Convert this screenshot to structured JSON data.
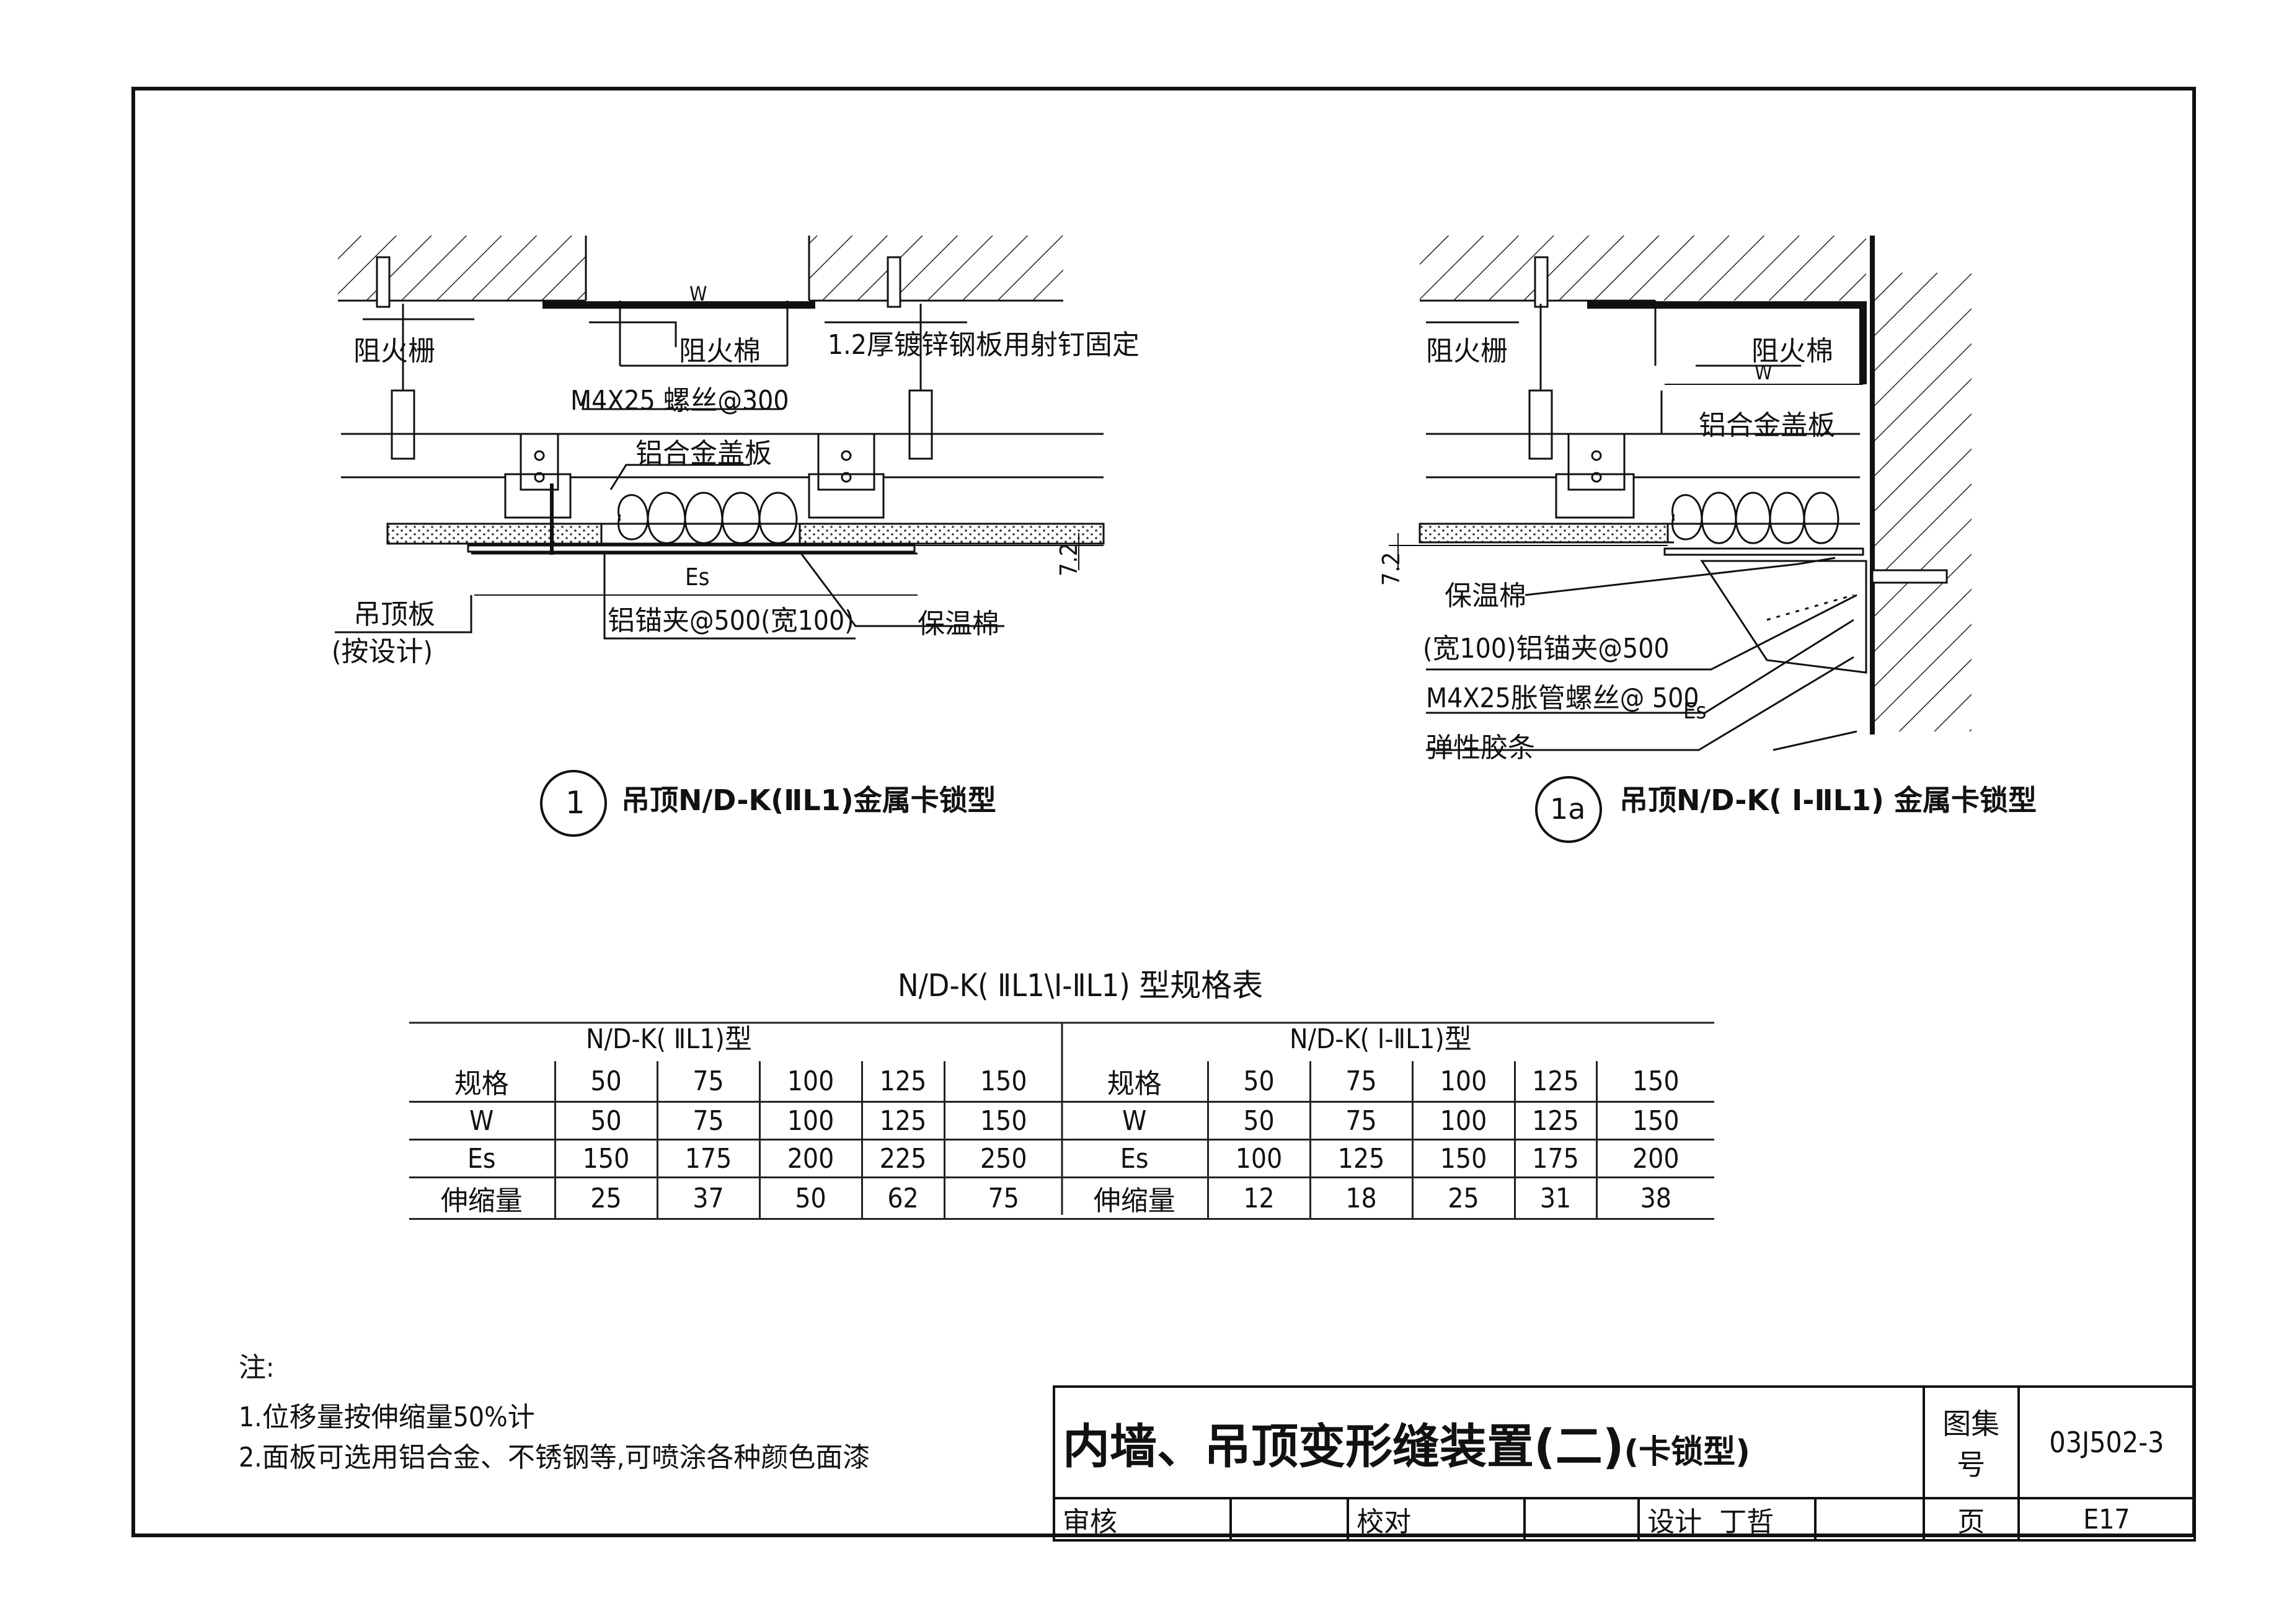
{
  "detail1": {
    "number": "1",
    "title": "吊顶N/D-K(ⅡL1)金属卡锁型",
    "labels": {
      "fire_barrier": "阻火栅",
      "fire_cotton": "阻火棉",
      "steel_plate": "1.2厚镀锌钢板用射钉固定",
      "screw": "M4X25  螺丝@300",
      "al_cover": "铝合金盖板",
      "width": "W",
      "es": "Es",
      "ceiling_board": "吊顶板",
      "by_design": "(按设计)",
      "anchor_clip": "铝锚夹@500(宽100)",
      "insulation": "保温棉",
      "dim_7_2": "7.2"
    }
  },
  "detail1a": {
    "number": "1a",
    "title": "吊顶N/D-K( Ⅰ-ⅡL1) 金属卡锁型",
    "labels": {
      "fire_barrier": "阻火栅",
      "fire_cotton": "阻火棉",
      "width": "W",
      "al_cover": "铝合金盖板",
      "dim_7_2": "7.2",
      "insulation": "保温棉",
      "anchor_clip": "(宽100)铝锚夹@500",
      "expansion_screw": "M4X25胀管螺丝@ 500",
      "es": "Es",
      "sealant": "弹性胶条"
    }
  },
  "spec_table": {
    "title": "N/D-K( ⅡL1\\Ⅰ-ⅡL1) 型规格表",
    "group_left": "N/D-K( ⅡL1)型",
    "group_right": "N/D-K( Ⅰ-ⅡL1)型",
    "rows": [
      {
        "label": "规格",
        "left": [
          "50",
          "75",
          "100",
          "125",
          "150"
        ],
        "right": [
          "50",
          "75",
          "100",
          "125",
          "150"
        ]
      },
      {
        "label": "W",
        "left": [
          "50",
          "75",
          "100",
          "125",
          "150"
        ],
        "right": [
          "50",
          "75",
          "100",
          "125",
          "150"
        ]
      },
      {
        "label": "Es",
        "left": [
          "150",
          "175",
          "200",
          "225",
          "250"
        ],
        "right": [
          "100",
          "125",
          "150",
          "175",
          "200"
        ]
      },
      {
        "label": "伸缩量",
        "left": [
          "25",
          "37",
          "50",
          "62",
          "75"
        ],
        "right": [
          "12",
          "18",
          "25",
          "31",
          "38"
        ]
      }
    ]
  },
  "notes": {
    "heading": "注:",
    "items": [
      "1.位移量按伸缩量50%计",
      "2.面板可选用铝合金、不锈钢等,可喷涂各种颜色面漆"
    ]
  },
  "title_block": {
    "main_title": "内墙、吊顶变形缝装置(二)",
    "sub_title": "(卡锁型)",
    "atlas_label": "图集号",
    "atlas_number": "03J502-3",
    "review": "审核",
    "check": "校对",
    "design": "设计",
    "designer": "丁哲",
    "page_label": "页",
    "page_number": "E17"
  }
}
